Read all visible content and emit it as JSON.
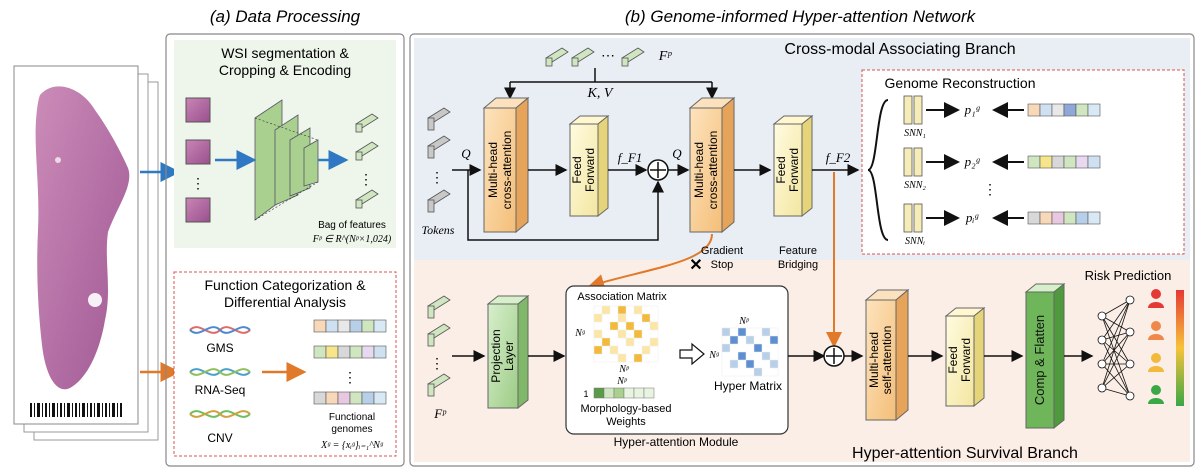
{
  "titles": {
    "a": "(a) Data Processing",
    "b": "(b) Genome-informed Hyper-attention Network"
  },
  "data_processing": {
    "wsi_box_title_1": "WSI segmentation &",
    "wsi_box_title_2": "Cropping & Encoding",
    "bag_label": "Bag of features",
    "bag_formula": "Fᵖ ∈ R^(Nᵖ×1,024)",
    "func_title_1": "Function Categorization &",
    "func_title_2": "Differential Analysis",
    "gms": "GMS",
    "rna": "RNA-Seq",
    "cnv": "CNV",
    "func_genomes_1": "Functional",
    "func_genomes_2": "genomes",
    "genome_formula": "Xᵍ = {xᵢᵍ}ᵢ₌₁^Nᵍ"
  },
  "cross_modal": {
    "branch_title": "Cross-modal Associating Branch",
    "fp": "Fᵖ",
    "kv": "K, V",
    "q1": "Q",
    "q2": "Q",
    "tokens": "Tokens",
    "mhca1_1": "Multi-head",
    "mhca1_2": "cross-attention",
    "ff1_1": "Feed",
    "ff1_2": "Forward",
    "ff2_1": "Feed",
    "ff2_2": "Forward",
    "mhca2_1": "Multi-head",
    "mhca2_2": "cross-attention",
    "f_f1": "f_F1",
    "f_f2": "f_F2",
    "recon_title": "Genome Reconstruction",
    "snn1": "SNN₁",
    "snn2": "SNN₂",
    "snni": "SNNᵢ",
    "p1": "p₁ᵍ",
    "p2": "p₂ᵍ",
    "pi": "pᵢᵍ"
  },
  "annotations": {
    "gradient_1": "Gradient",
    "gradient_2": "Stop",
    "feature_1": "Feature",
    "feature_2": "Bridging"
  },
  "survival": {
    "branch_title": "Hyper-attention Survival Branch",
    "fp": "Fᵖ",
    "projection_1": "Projection",
    "projection_2": "Layer",
    "assoc_matrix": "Association Matrix",
    "ng": "Nᵍ",
    "np": "Nᵖ",
    "np2": "Nᵖ",
    "np3": "Nᵖ",
    "ng2": "Nᵍ",
    "one": "1",
    "morph_1": "Morphology-based",
    "morph_2": "Weights",
    "hyper_matrix": "Hyper Matrix",
    "module_title": "Hyper-attention Module",
    "mhsa_1": "Multi-head",
    "mhsa_2": "self-attention",
    "ff_1": "Feed",
    "ff_2": "Forward",
    "comp": "Comp & Flatten",
    "risk": "Risk Prediction"
  },
  "colors": {
    "green_box": "#cfe6c0",
    "green_dark": "#5a9a48",
    "orange_box": "#f8d7a4",
    "yellow_box": "#fbf3c2",
    "arrow_orange": "#e07a2a",
    "arrow_blue": "#2f78c4",
    "branch_top": "#e8eef4",
    "branch_bottom": "#fbeee6",
    "red_dash": "#d9534f"
  }
}
